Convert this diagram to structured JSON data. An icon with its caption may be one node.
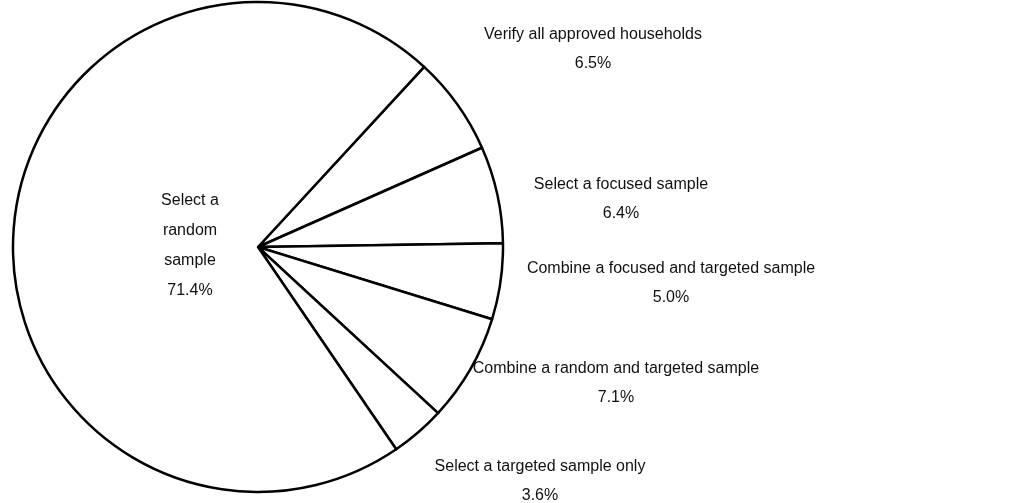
{
  "diagram": {
    "chart_data": {
      "type": "pie",
      "categories": [
        "Verify all approved households",
        "Select a focused sample",
        "Combine a focused and targeted sample",
        "Combine a random and targeted sample",
        "Select a targeted sample only",
        "Select a random sample"
      ],
      "values": [
        6.5,
        6.4,
        5.0,
        7.1,
        3.6,
        71.4
      ],
      "value_labels": [
        "6.5%",
        "6.4%",
        "5.0%",
        "7.1%",
        "3.6%",
        "71.4%"
      ]
    }
  }
}
